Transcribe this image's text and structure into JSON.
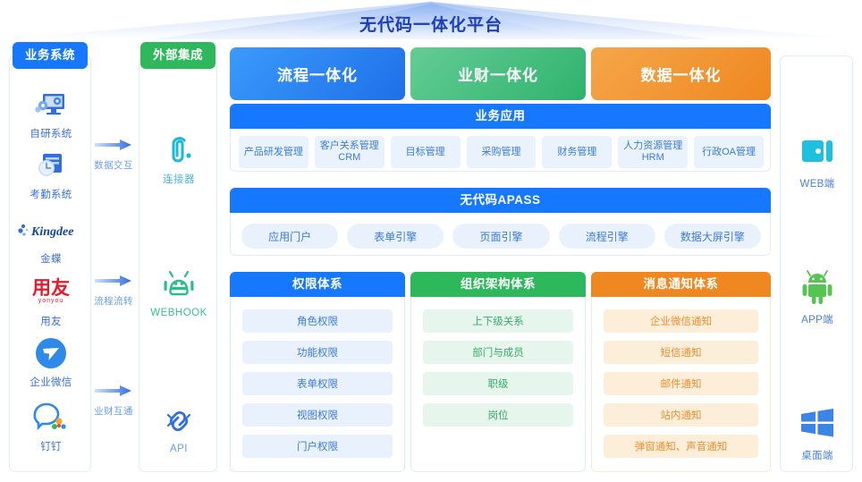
{
  "header": {
    "title": "无代码一体化平台"
  },
  "business_systems": {
    "head": "业务系统",
    "items": [
      {
        "label": "自研系统",
        "icon": "monitor-gear-icon"
      },
      {
        "label": "考勤系统",
        "icon": "clock-calendar-icon"
      },
      {
        "label": "金蝶",
        "icon": "kingdee-logo-icon"
      },
      {
        "label": "用友",
        "icon": "yonyou-logo-icon"
      },
      {
        "label": "企业微信",
        "icon": "wecom-logo-icon"
      },
      {
        "label": "钉钉",
        "icon": "dingtalk-logo-icon"
      }
    ]
  },
  "arrows": [
    {
      "label": "数据交互"
    },
    {
      "label": "流程流转"
    },
    {
      "label": "业财互通"
    }
  ],
  "external_integration": {
    "head": "外部集成",
    "items": [
      {
        "label": "连接器",
        "icon": "connector-link-icon",
        "color": "#17b9d4"
      },
      {
        "label": "WEBHOOK",
        "icon": "webhook-robot-icon",
        "color": "#2ebb8a"
      },
      {
        "label": "API",
        "icon": "api-plug-icon",
        "color": "#2f6fe0"
      }
    ]
  },
  "pillars": [
    {
      "label": "流程一体化",
      "color": "#1f6fe8"
    },
    {
      "label": "业财一体化",
      "color": "#2fb36c"
    },
    {
      "label": "数据一体化",
      "color": "#ef8820"
    }
  ],
  "business_apps": {
    "title": "业务应用",
    "items": [
      "产品研发管理",
      "客户关系管理CRM",
      "目标管理",
      "采购管理",
      "财务管理",
      "人力资源管理HRM",
      "行政OA管理"
    ]
  },
  "apass": {
    "title": "无代码APASS",
    "items": [
      "应用门户",
      "表单引擎",
      "页面引擎",
      "流程引擎",
      "数据大屏引擎"
    ]
  },
  "systems": [
    {
      "title": "权限体系",
      "color": "#1677ff",
      "items": [
        "角色权限",
        "功能权限",
        "表单权限",
        "视图权限",
        "门户权限"
      ]
    },
    {
      "title": "组织架构体系",
      "color": "#2eb85c",
      "items": [
        "上下级关系",
        "部门与成员",
        "职级",
        "岗位"
      ]
    },
    {
      "title": "消息通知体系",
      "color": "#ef8820",
      "items": [
        "企业微信通知",
        "短信通知",
        "邮件通知",
        "站内通知",
        "弹窗通知、声音通知"
      ]
    }
  ],
  "clients": {
    "items": [
      {
        "label": "WEB端",
        "icon": "browser-window-icon",
        "color": "#1ec0e0"
      },
      {
        "label": "APP端",
        "icon": "android-robot-icon",
        "color": "#56c453"
      },
      {
        "label": "桌面端",
        "icon": "windows-logo-icon",
        "color": "#3b85e6"
      }
    ]
  }
}
